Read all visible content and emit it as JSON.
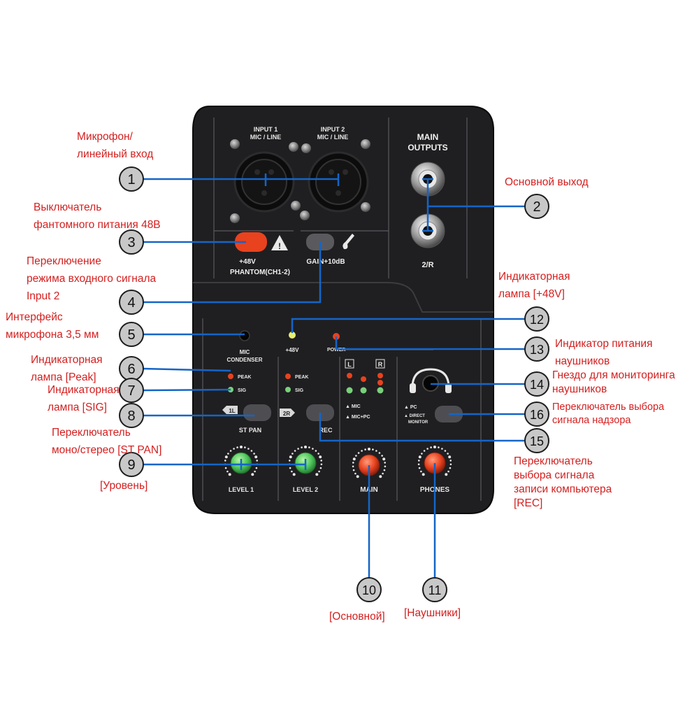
{
  "device": {
    "main_outputs_title": [
      "MAIN",
      "OUTPUTS"
    ],
    "output_2r": "2/R",
    "input1": [
      "INPUT 1",
      "MIC / LINE"
    ],
    "input2": [
      "INPUT 2",
      "MIC / LINE"
    ],
    "plus48v": "+48V",
    "phantom": "PHANTOM(CH1-2)",
    "gain10": "GAIN+10dB",
    "lamp_48v": "+48V",
    "power": "POWER",
    "mic_condenser": [
      "MIC",
      "CONDENSER"
    ],
    "peak": "PEAK",
    "sig": "SIG",
    "lr": [
      "L",
      "R"
    ],
    "st_pan": "ST PAN",
    "tag_1l": "1L",
    "tag_2r": "2R",
    "rec": "REC",
    "rec_mic": "MIC",
    "rec_micpc": "MIC+PC",
    "mon_pc": "PC",
    "mon_direct": [
      "DIRECT",
      "MONITOR"
    ],
    "level1": "LEVEL 1",
    "level2": "LEVEL 2",
    "main": "MAIN",
    "phones": "PHONES",
    "colors": {
      "body": "#1f1f21",
      "red_button": "#e8421e",
      "green_knob": "#5fd36a",
      "red_knob": "#e8421e",
      "callout_line": "#1565c8"
    }
  },
  "callouts": [
    "1",
    "2",
    "3",
    "4",
    "5",
    "6",
    "7",
    "8",
    "9",
    "10",
    "11",
    "12",
    "13",
    "14",
    "15",
    "16"
  ],
  "labels": {
    "l1": [
      "Микрофон/",
      "линейный вход"
    ],
    "l2": "Основной выход",
    "l3": [
      "Выключатель",
      "фантомного питания 48В"
    ],
    "l4": [
      "Переключение",
      "режима входного сигнала",
      "Input 2"
    ],
    "l5": [
      "Интерфейс",
      "микрофона 3,5 мм"
    ],
    "l6": [
      "Индикаторная",
      "лампа [Peak]"
    ],
    "l7": [
      "Индикаторная",
      "лампа [SIG]"
    ],
    "l8": [
      "Переключатель",
      "моно/стерео [ST PAN]"
    ],
    "l9": "[Уровень]",
    "l10": "[Основной]",
    "l11": "[Наушники]",
    "l12": [
      "Индикаторная",
      "лампа [+48V]"
    ],
    "l13": [
      "Индикатор питания",
      "наушников"
    ],
    "l14": [
      "Гнездо для мониторинга",
      "наушников"
    ],
    "l15": [
      "Переключатель",
      "выбора сигнала",
      "записи компьютера",
      "[REC]"
    ],
    "l16": [
      "Переключатель выбора",
      "сигнала надзора"
    ]
  }
}
